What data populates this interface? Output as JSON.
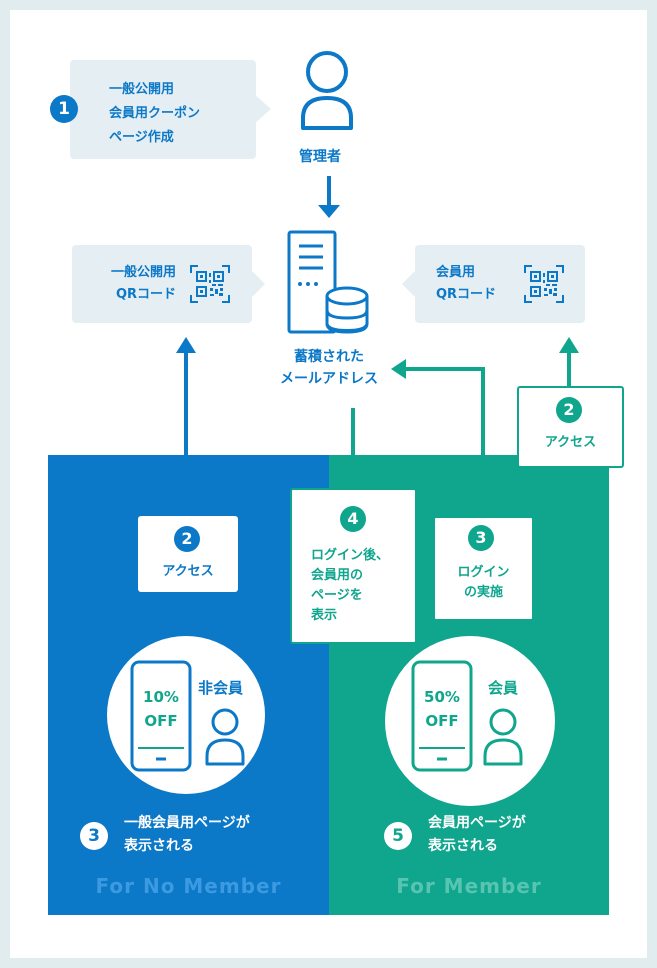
{
  "colors": {
    "blue": "#0c78c8",
    "teal": "#10a58d",
    "callout_bg": "#e5eef2"
  },
  "admin": {
    "step": "1",
    "callout": [
      "一般公開用",
      "会員用クーポン",
      "ページ作成"
    ],
    "label": "管理者"
  },
  "qr_public": {
    "lines": [
      "一般公開用",
      "QRコード"
    ],
    "icon": "qr-code-icon"
  },
  "qr_member": {
    "lines": [
      "会員用",
      "QRコード"
    ],
    "icon": "qr-code-icon"
  },
  "server": {
    "lines": [
      "蓄積された",
      "メールアドレス"
    ],
    "icon": "server-database-icon"
  },
  "nonmember": {
    "access_step": "2",
    "access_label": "アクセス",
    "phone_discount": "10%",
    "phone_off": "OFF",
    "person_label": "非会員",
    "result_step": "3",
    "result_text": [
      "一般会員用ページが",
      "表示される"
    ],
    "footer": "For No Member"
  },
  "member": {
    "access_step": "2",
    "access_label": "アクセス",
    "login_step": "3",
    "login_text": [
      "ログイン",
      "の実施"
    ],
    "show_step": "4",
    "show_text": [
      "ログイン後、",
      "会員用の",
      "ページを",
      "表示"
    ],
    "phone_discount": "50%",
    "phone_off": "OFF",
    "person_label": "会員",
    "result_step": "5",
    "result_text": [
      "会員用ページが",
      "表示される"
    ],
    "footer": "For Member"
  }
}
